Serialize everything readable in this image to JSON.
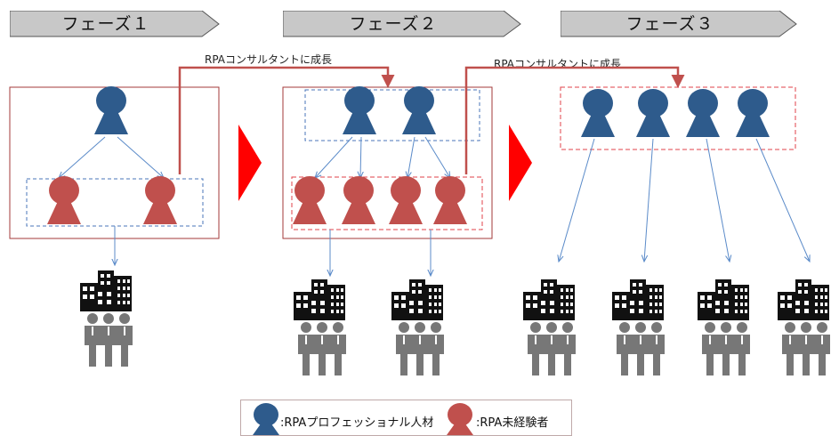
{
  "phases": [
    {
      "label": "フェーズ１"
    },
    {
      "label": "フェーズ２"
    },
    {
      "label": "フェーズ３"
    }
  ],
  "growth_labels": [
    "RPAコンサルタントに成長",
    "RPAコンサルタントに成長"
  ],
  "legend": {
    "professional": ":RPAプロフェッショナル人材",
    "inexperienced": ":RPA未経験者"
  },
  "colors": {
    "professional": "#2e5b8c",
    "inexperienced": "#c0504d",
    "phase_header": "#c8c8c8",
    "arrow_red": "#ff0000",
    "connector": "#5b8bc9",
    "growth_arrow": "#c0504d",
    "building_people": "#1a1a1a"
  },
  "icons": {
    "professional": "person-icon",
    "inexperienced": "person-icon",
    "client": "buildings-and-people-icon"
  }
}
